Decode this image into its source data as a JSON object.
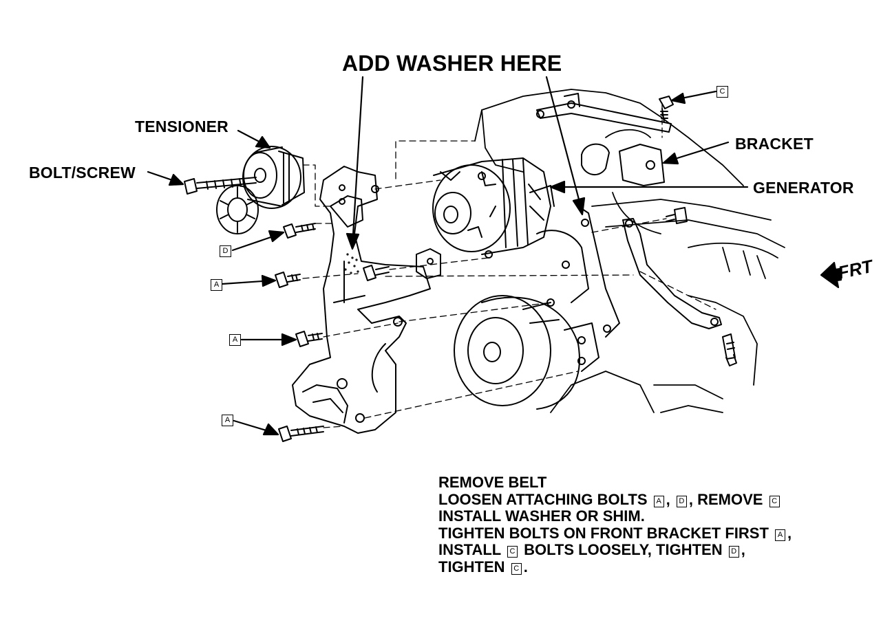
{
  "callouts": {
    "add_washer": "ADD WASHER HERE",
    "tensioner": "TENSIONER",
    "bolt_screw": "BOLT/SCREW",
    "bracket": "BRACKET",
    "generator": "GENERATOR",
    "front": "FRT"
  },
  "bolt_keys": {
    "c_top": "C",
    "d_left": "D",
    "a_upper": "A",
    "a_middle": "A",
    "a_lower": "A"
  },
  "instructions": {
    "line1": "REMOVE BELT",
    "line2_a": "LOOSEN ATTACHING BOLTS",
    "line2_key1": "A",
    "line2_b": ",",
    "line2_key2": "D",
    "line2_c": ", REMOVE",
    "line2_key3": "C",
    "line3": "INSTALL WASHER OR SHIM.",
    "line4_a": "TIGHTEN BOLTS ON FRONT BRACKET FIRST",
    "line4_key": "A",
    "line4_b": ",",
    "line5_a": "INSTALL",
    "line5_key1": "C",
    "line5_b": "BOLTS LOOSELY, TIGHTEN",
    "line5_key2": "D",
    "line5_c": ",",
    "line6_a": "TIGHTEN",
    "line6_key": "C",
    "line6_b": "."
  }
}
